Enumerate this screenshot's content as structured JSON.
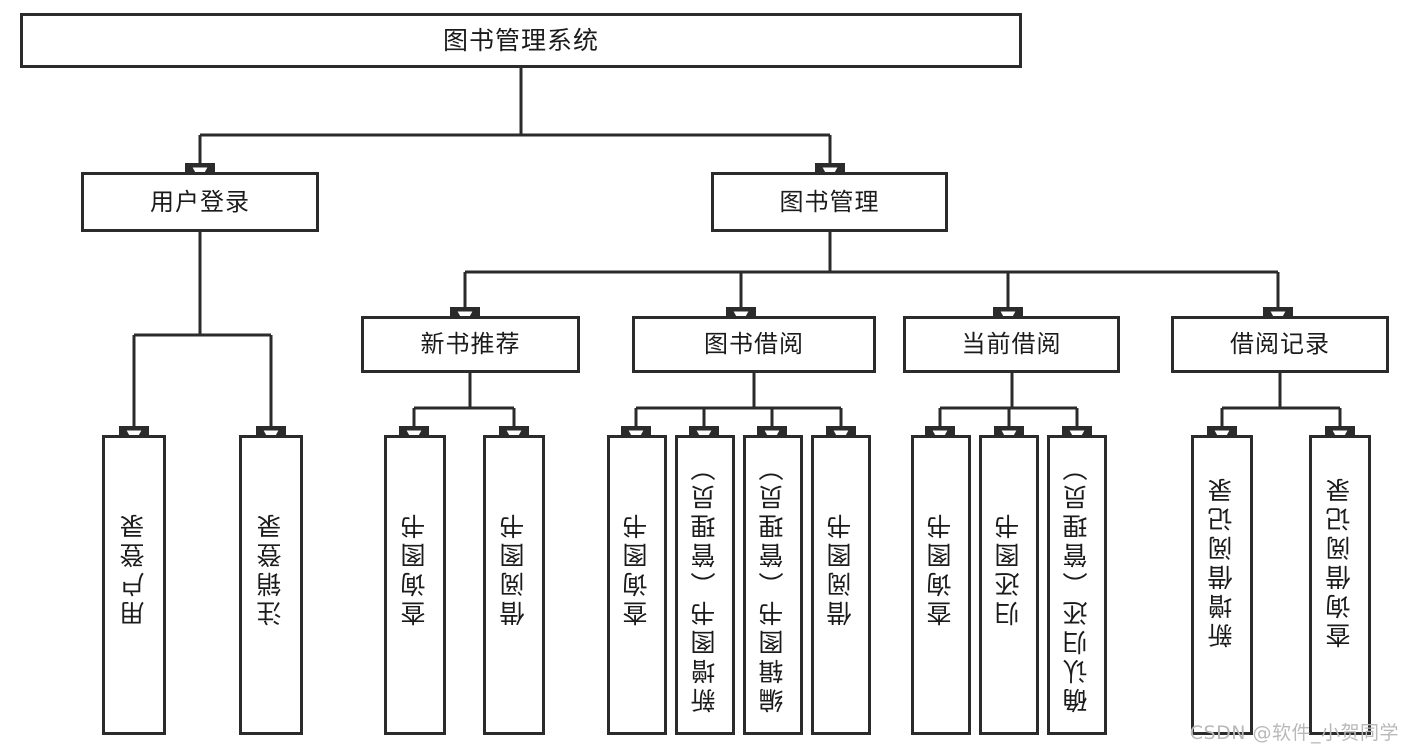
{
  "diagram": {
    "title": "图书管理系统",
    "type": "tree",
    "root": {
      "label": "图书管理系统"
    },
    "level2": [
      {
        "label": "用户登录"
      },
      {
        "label": "图书管理"
      }
    ],
    "level3": [
      {
        "label": "新书推荐"
      },
      {
        "label": "图书借阅"
      },
      {
        "label": "当前借阅"
      },
      {
        "label": "借阅记录"
      }
    ],
    "leaves": {
      "user_login": [
        {
          "label": "用户登录"
        },
        {
          "label": "注销登录"
        }
      ],
      "new_book": [
        {
          "label": "查询图书"
        },
        {
          "label": "借阅图书"
        }
      ],
      "book_borrow": [
        {
          "label": "查询图书"
        },
        {
          "label": "新增图书（管理员）"
        },
        {
          "label": "编辑图书（管理员）"
        },
        {
          "label": "借阅图书"
        }
      ],
      "current_borrow": [
        {
          "label": "查询图书"
        },
        {
          "label": "归还图书"
        },
        {
          "label": "确认归还（管理员）"
        }
      ],
      "borrow_record": [
        {
          "label": "新增借阅记录"
        },
        {
          "label": "查询借阅记录"
        }
      ]
    }
  },
  "watermark": {
    "text": "CSDN @软件_小贺同学"
  },
  "colors": {
    "stroke": "#2b2b2b",
    "box_fill": "#ffffff",
    "text": "#1b1b1b",
    "watermark": "#b9b9b9",
    "background": "#ffffff"
  }
}
